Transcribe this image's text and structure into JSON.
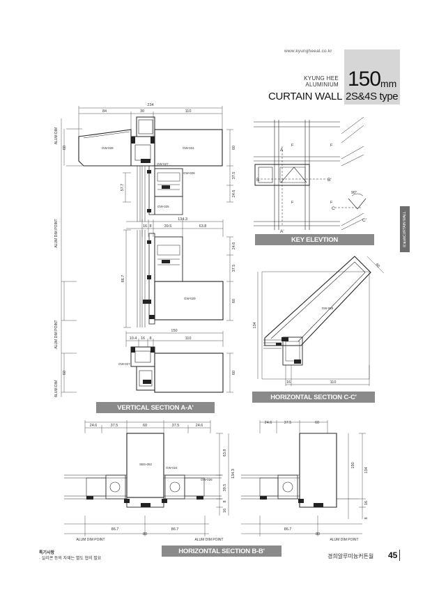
{
  "header": {
    "url": "www.kyungheeal.co.kr",
    "brand_line1": "KYUNG HEE",
    "brand_line2": "ALUMINIUM",
    "title": "CURTAIN WALL",
    "size_num": "150",
    "size_unit": "mm",
    "type": "2S&4S type"
  },
  "side_tab": {
    "line1": "커튼월",
    "line2": "CURTAIN WALL"
  },
  "sections": {
    "key_elevation": "KEY ELEVTION",
    "vertical": "VERTICAL SECTION A-A'",
    "horizontal_cc": "HORIZONTAL SECTION C-C'",
    "horizontal_bb": "HORIZONTAL SECTION B-B'"
  },
  "vertical_dims": {
    "d234": "234",
    "d84": "84",
    "d30": "30",
    "d110": "110",
    "d60a": "60",
    "d60b": "60",
    "d57_7": "57.7",
    "d37_5a": "37.5",
    "d24_6a": "24.6",
    "d134_3": "134.3",
    "d16a": "16",
    "d8a": "8",
    "d39_5": "39.5",
    "d63_8": "63.8",
    "d86_7": "86.7",
    "d24_6b": "24.6",
    "d37_5b": "37.5",
    "d60c": "60",
    "d150": "150",
    "d10_4": "10.4",
    "d16b": "16",
    "d8b": "8",
    "d110b": "110",
    "d60d": "60",
    "d60e": "60"
  },
  "vertical_labels": {
    "alum_dim": "ALUM DIM",
    "alum_dim_point": "ALUM DIM POINT",
    "gw028": "GW-028",
    "gw024": "GW-024",
    "gw027": "GW-027",
    "gw026": "GW-026",
    "gw025": "GW-025",
    "gw029": "GW-029",
    "gw027b": "GW-027"
  },
  "key_elevation_labels": {
    "a": "A",
    "a_prime": "A'",
    "b": "B",
    "b_prime": "B'",
    "c": "C",
    "c_prime": "C'",
    "f1": "F",
    "f2": "F",
    "f3": "F",
    "f4": "F",
    "angle": "90°"
  },
  "hcc_dims": {
    "d60": "60",
    "d134": "134",
    "d16": "16",
    "d110": "110",
    "part": "GW-028"
  },
  "hbb_dims": {
    "d24_6a": "24.6",
    "d37_5a": "37.5",
    "d60": "60",
    "d37_5b": "37.5",
    "d24_6b": "24.6",
    "d63_8": "63.8",
    "d134_3": "134.3",
    "d39_5": "39.5",
    "d8": "8",
    "d16": "16",
    "d86_7a": "86.7",
    "d86_7b": "86.7",
    "d80": "80",
    "r24_6": "24.6",
    "r37_5": "37.5",
    "r60": "60",
    "r150": "150",
    "r134": "134",
    "r16": "16",
    "r8": "8",
    "r86_7": "86.7",
    "r80": "80",
    "gw_main": "SBS-052",
    "gw024": "GW-024",
    "gw026": "GW-026",
    "alum1": "ALUM DIM POINT",
    "alum2": "ALUM DIM POINT",
    "alum3": "ALUM DIM POINT"
  },
  "footer": {
    "note_title": "특기사항",
    "note_text": "· 실리콘 등의 자재는 별도 협의 필요",
    "company": "경희알루미늄커튼월",
    "page": "45"
  }
}
